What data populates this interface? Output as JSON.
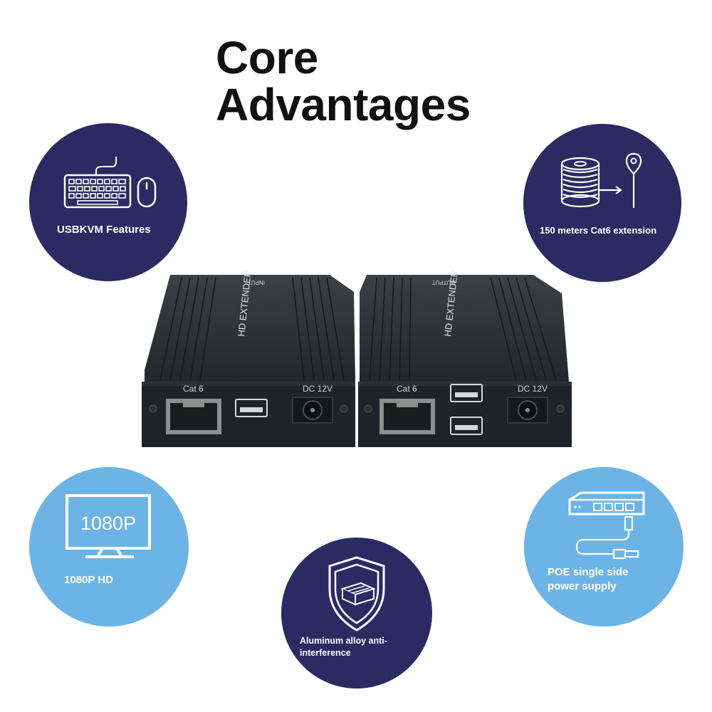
{
  "title": {
    "line1": "Core",
    "line2": "Advantages"
  },
  "features": {
    "usbkvm": {
      "label": "USBKVM Features",
      "icons": [
        "keyboard-icon",
        "mouse-icon"
      ]
    },
    "extension": {
      "label": "150 meters Cat6 extension",
      "icons": [
        "cable-spool-icon",
        "location-pin-icon"
      ]
    },
    "hd": {
      "label": "1080P HD",
      "screen_text": "1080P",
      "icons": [
        "monitor-icon"
      ]
    },
    "aluminum": {
      "line1": "Aluminum alloy anti-",
      "line2": "interference",
      "icons": [
        "shield-icon"
      ]
    },
    "poe": {
      "line1": "POE single side",
      "line2": "power supply",
      "icons": [
        "network-switch-icon",
        "ethernet-plug-icon"
      ]
    }
  },
  "devices": {
    "transmitter": {
      "top_label": "INPUT",
      "model": "HD EXTENDER TX",
      "port_cat6": "Cat 6",
      "port_dc": "DC 12V"
    },
    "receiver": {
      "top_label": "OUTPUT",
      "model": "HD EXTENDER RX",
      "port_cat6": "Cat 6",
      "port_dc": "DC 12V"
    }
  },
  "colors": {
    "navy": "#2b2a63",
    "light_blue": "#6cb4e6",
    "title": "#111111",
    "device": "#1f2327"
  }
}
